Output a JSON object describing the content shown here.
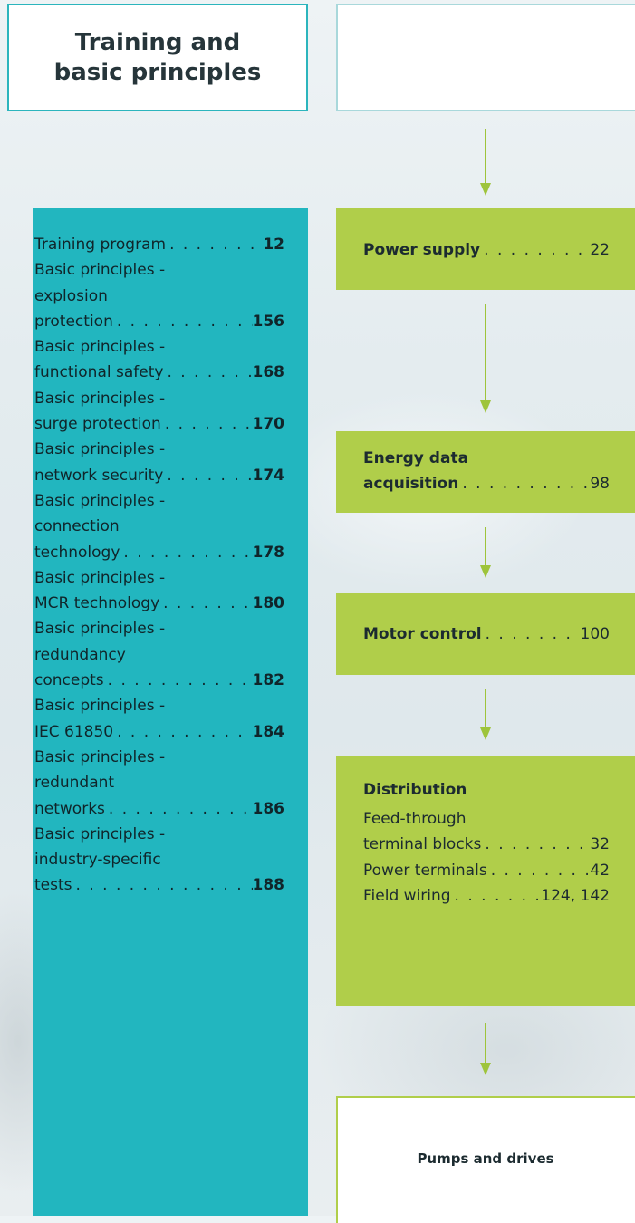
{
  "header": {
    "left_title": "Training and basic principles"
  },
  "training_list": [
    {
      "lines": [],
      "last": "Training program",
      "page": "12"
    },
    {
      "lines": [
        "Basic principles -",
        "explosion"
      ],
      "last": "protection",
      "page": "156"
    },
    {
      "lines": [
        "Basic principles -"
      ],
      "last": "functional safety",
      "page": "168"
    },
    {
      "lines": [
        "Basic principles -"
      ],
      "last": "surge protection",
      "page": "170"
    },
    {
      "lines": [
        "Basic principles -"
      ],
      "last": "network security",
      "page": "174"
    },
    {
      "lines": [
        "Basic principles -",
        "connection"
      ],
      "last": "technology",
      "page": "178"
    },
    {
      "lines": [
        "Basic principles -"
      ],
      "last": "MCR technology",
      "page": "180"
    },
    {
      "lines": [
        "Basic principles -",
        "redundancy"
      ],
      "last": "concepts",
      "page": "182"
    },
    {
      "lines": [
        "Basic principles -"
      ],
      "last": "IEC 61850",
      "page": "184"
    },
    {
      "lines": [
        "Basic principles -",
        "redundant"
      ],
      "last": "networks",
      "page": "186"
    },
    {
      "lines": [
        "Basic principles -",
        "industry-specific"
      ],
      "last": "tests",
      "page": "188"
    }
  ],
  "flow": {
    "power_supply": {
      "title": "Power supply",
      "page": "22"
    },
    "energy_data": {
      "title_line1": "Energy data",
      "title_line2": "acquisition",
      "page": "98"
    },
    "motor_control": {
      "title": "Motor control",
      "page": "100"
    },
    "distribution": {
      "title": "Distribution",
      "items": [
        {
          "lines": [
            "Feed-through"
          ],
          "last": "terminal blocks",
          "page": "32"
        },
        {
          "lines": [],
          "last": "Power terminals",
          "page": "42"
        },
        {
          "lines": [],
          "last": "Field wiring",
          "page": "124, 142"
        }
      ]
    },
    "pumps": {
      "title": "Pumps and drives"
    }
  },
  "colors": {
    "teal": "#22b6bf",
    "green": "#b0ce4a",
    "arrow": "#9ec43b"
  }
}
